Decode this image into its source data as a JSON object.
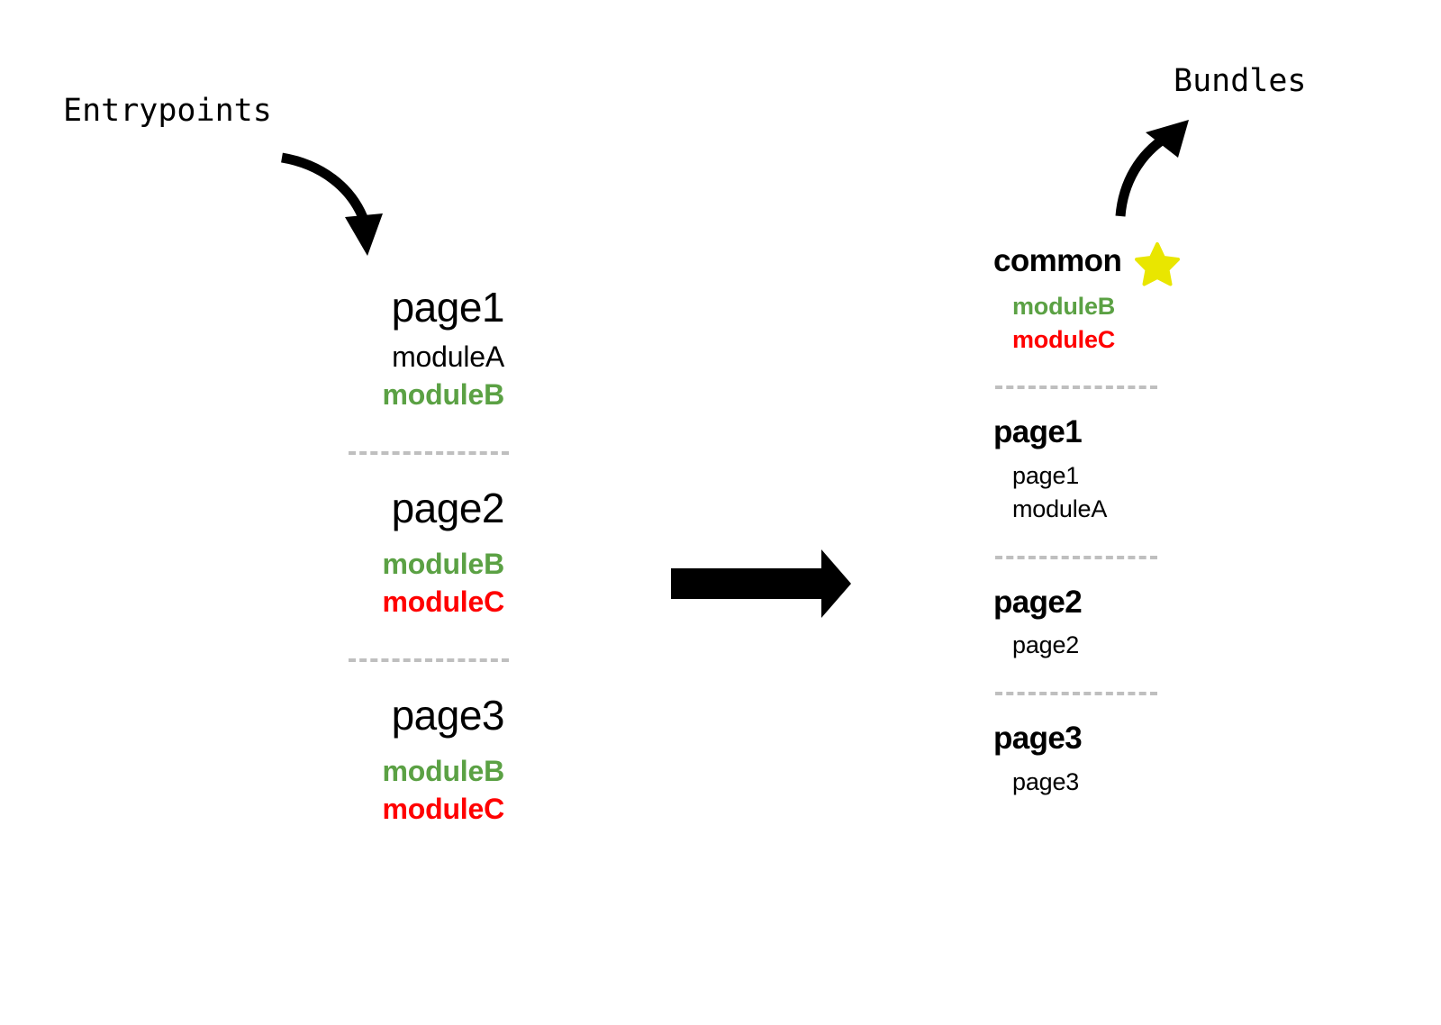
{
  "diagram": {
    "title_left": "Entrypoints",
    "title_right": "Bundles",
    "arrow_left_name": "entrypoints-curved-arrow",
    "arrow_right_name": "bundles-curved-arrow",
    "transform_arrow_name": "transform-arrow",
    "colors": {
      "green": "#5ba144",
      "red": "#ff0000",
      "black": "#000000",
      "star_yellow": "#e9e600",
      "separator_gray": "#bfbfbf",
      "background": "#ffffff"
    },
    "star_label": "star-icon"
  },
  "entrypoints": {
    "label": "Entrypoints",
    "groups": [
      {
        "title": "page1",
        "modules": [
          {
            "name": "moduleA",
            "color": "black"
          },
          {
            "name": "moduleB",
            "color": "green"
          }
        ]
      },
      {
        "title": "page2",
        "modules": [
          {
            "name": "moduleB",
            "color": "green"
          },
          {
            "name": "moduleC",
            "color": "red"
          }
        ]
      },
      {
        "title": "page3",
        "modules": [
          {
            "name": "moduleB",
            "color": "green"
          },
          {
            "name": "moduleC",
            "color": "red"
          }
        ]
      }
    ]
  },
  "bundles": {
    "label": "Bundles",
    "groups": [
      {
        "title": "common",
        "has_star": true,
        "star": "★",
        "modules": [
          {
            "name": "moduleB",
            "color": "green"
          },
          {
            "name": "moduleC",
            "color": "red"
          }
        ]
      },
      {
        "title": "page1",
        "has_star": false,
        "modules": [
          {
            "name": "page1",
            "color": "black"
          },
          {
            "name": "moduleA",
            "color": "black"
          }
        ]
      },
      {
        "title": "page2",
        "has_star": false,
        "modules": [
          {
            "name": "page2",
            "color": "black"
          }
        ]
      },
      {
        "title": "page3",
        "has_star": false,
        "modules": [
          {
            "name": "page3",
            "color": "black"
          }
        ]
      }
    ]
  }
}
